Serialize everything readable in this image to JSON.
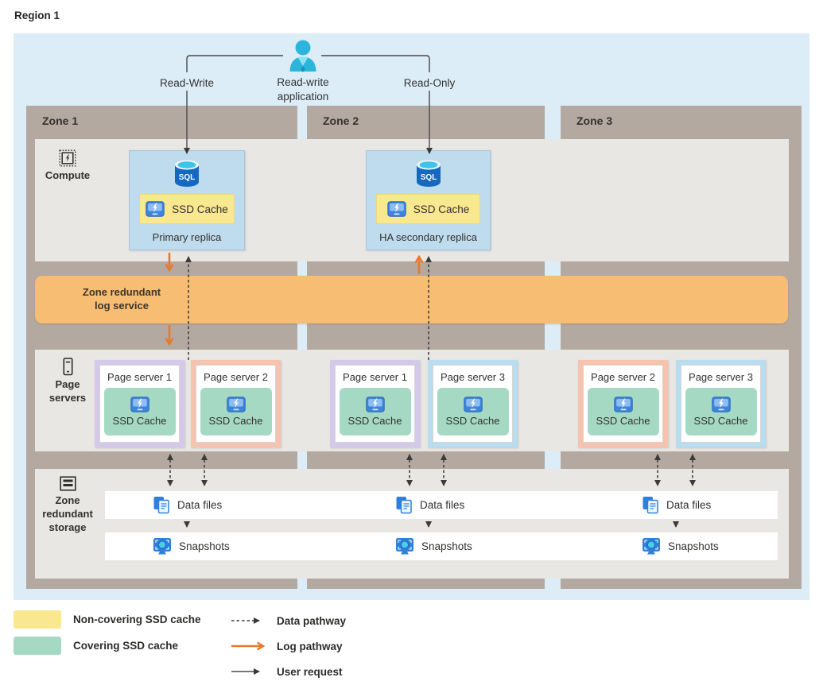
{
  "region": {
    "label": "Region 1"
  },
  "application": {
    "label": "Read-write application",
    "read_write_label": "Read-Write",
    "read_only_label": "Read-Only"
  },
  "zones": [
    {
      "label": "Zone 1"
    },
    {
      "label": "Zone 2"
    },
    {
      "label": "Zone 3"
    }
  ],
  "compute": {
    "section_label": "Compute",
    "sql_icon_label": "SQL",
    "replicas": [
      {
        "title": "Primary replica",
        "cache_label": "SSD Cache"
      },
      {
        "title": "HA secondary replica",
        "cache_label": "SSD Cache"
      }
    ]
  },
  "log_service": {
    "label": "Zone redundant log service",
    "color": "#f7bd73"
  },
  "page_servers": {
    "section_label": "Page servers",
    "boxes": [
      {
        "title": "Page server 1",
        "cache_label": "SSD Cache",
        "border_color": "#d4c9ea"
      },
      {
        "title": "Page server 2",
        "cache_label": "SSD Cache",
        "border_color": "#f6c4ae"
      },
      {
        "title": "Page server 1",
        "cache_label": "SSD Cache",
        "border_color": "#d4c9ea"
      },
      {
        "title": "Page server 3",
        "cache_label": "SSD Cache",
        "border_color": "#b8dcf0"
      },
      {
        "title": "Page server 2",
        "cache_label": "SSD Cache",
        "border_color": "#f6c4ae"
      },
      {
        "title": "Page server 3",
        "cache_label": "SSD Cache",
        "border_color": "#b8dcf0"
      }
    ]
  },
  "storage": {
    "section_label": "Zone redundant storage",
    "data_files_label": "Data files",
    "snapshots_label": "Snapshots"
  },
  "legend": {
    "noncovering": {
      "label": "Non-covering SSD cache",
      "color": "#f9e88f"
    },
    "covering": {
      "label": "Covering SSD cache",
      "color": "#a6d9c3"
    },
    "data_pathway": {
      "label": "Data pathway",
      "color": "#3a3a3a"
    },
    "log_pathway": {
      "label": "Log pathway",
      "color": "#e8782c"
    },
    "user_request": {
      "label": "User request",
      "color": "#4a4a4a"
    }
  }
}
